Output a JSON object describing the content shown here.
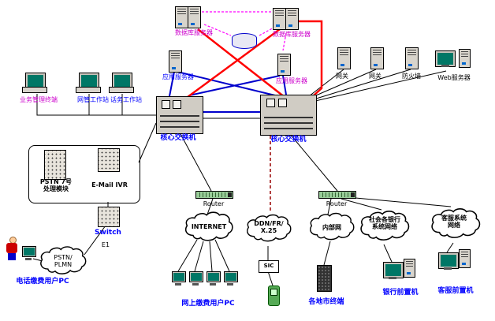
{
  "colors": {
    "red_link": "#ff0000",
    "blue_link": "#0000cc",
    "magenta_link": "#ff00ff",
    "maroon_link": "#990000",
    "label_blue": "#0000ff",
    "label_magenta": "#cc00cc"
  },
  "labels": {
    "db_left": "数据库服务器",
    "db_right": "数据库服务器",
    "app_left": "应用服务器",
    "app_right": "应用服务器",
    "gateway1": "网关",
    "gateway2": "网关",
    "firewall": "防火墙",
    "web_server": "Web服务器",
    "ws1": "业务管理终端",
    "ws2": "网管工作站",
    "ws3": "话务工作站",
    "core_left": "核心交换机",
    "core_right": "核心交换机",
    "pstn_module": "PSTN 7号\n处理模块",
    "ivr": "E-Mail IVR",
    "switch": "Switch",
    "e1": "E1",
    "pstn_cloud": "PSTN/\nPLMN",
    "phone_user": "电话缴费用户PC",
    "router_left": "Router",
    "router_right": "Router",
    "internet": "INTERNET",
    "ddn": "DDN/FR/\nX.25",
    "intranet": "内部网",
    "bank_network": "社会各银行\n系统网络",
    "service_network": "客服系统\n网络",
    "sic": "SIC",
    "web_user": "网上缴费用户PC",
    "city_terminal": "各地市终端",
    "bank_fep": "银行前置机",
    "cs_fep": "客服前置机"
  }
}
